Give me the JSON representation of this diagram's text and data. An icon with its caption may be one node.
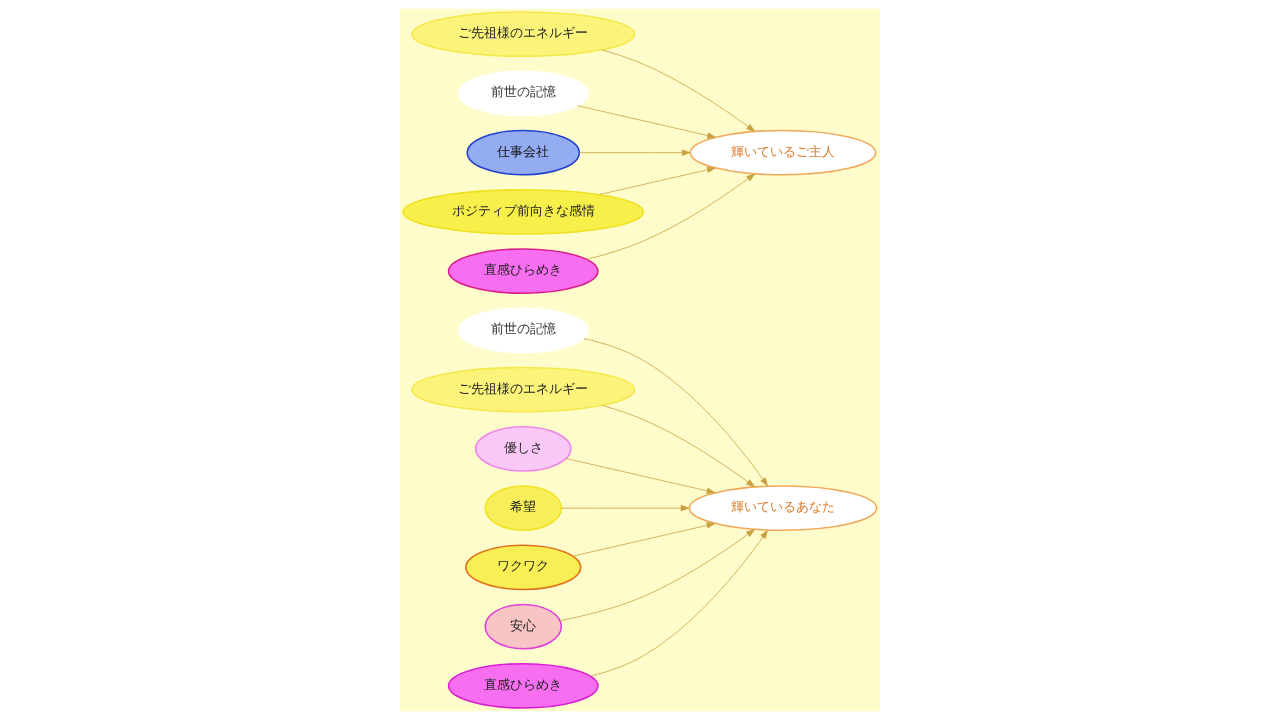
{
  "diagram": {
    "nodes": [
      {
        "text": [
          "前世の記憶"
        ]
      },
      {
        "text": [
          "ご先祖様のエネルギー"
        ]
      },
      {
        "text": [
          "優しさ"
        ]
      },
      {
        "text": [
          "希望"
        ]
      },
      {
        "text": [
          "輝いているあなた"
        ]
      },
      {
        "text": [
          "ワクワク"
        ]
      },
      {
        "text": [
          "安心"
        ]
      },
      {
        "text": [
          "直感ひらめき"
        ]
      },
      {
        "text": [
          "ご先祖様のエネルギー"
        ]
      },
      {
        "text": [
          "前世の記憶"
        ]
      },
      {
        "text": [
          "仕事会社"
        ]
      },
      {
        "text": [
          "輝いているご主人"
        ]
      },
      {
        "text": [
          "ポジティブ前向きな感情"
        ]
      },
      {
        "text": [
          "直感ひらめき"
        ]
      }
    ],
    "edges": [
      {
        "from": 0,
        "to": 4,
        "arrow": "to"
      },
      {
        "from": 1,
        "to": 4,
        "arrow": "to"
      },
      {
        "from": 2,
        "to": 4,
        "arrow": "to"
      },
      {
        "from": 3,
        "to": 4,
        "arrow": "to"
      },
      {
        "from": 5,
        "to": 4,
        "arrow": "to"
      },
      {
        "from": 6,
        "to": 4,
        "arrow": "to"
      },
      {
        "from": 7,
        "to": 4,
        "arrow": "to"
      },
      {
        "from": 8,
        "to": 11,
        "arrow": "to"
      },
      {
        "from": 9,
        "to": 11,
        "arrow": "to"
      },
      {
        "from": 10,
        "to": 11,
        "arrow": "to"
      },
      {
        "from": 12,
        "to": 11,
        "arrow": "to"
      },
      {
        "from": 13,
        "to": 11,
        "arrow": "to"
      }
    ]
  }
}
